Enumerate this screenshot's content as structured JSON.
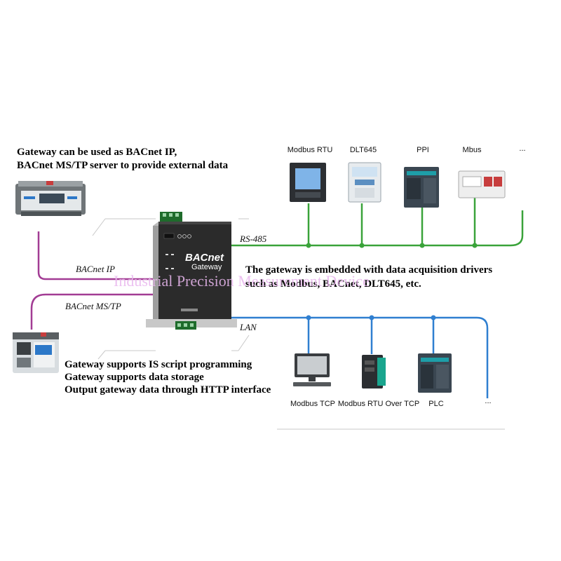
{
  "texts": {
    "bacnet_server_line1": "Gateway can be used as BACnet IP,",
    "bacnet_server_line2": "BACnet MS/TP server to provide external data",
    "embedded_line1": "The gateway is embedded with data acquisition drivers",
    "embedded_line2": "such as Modbus, BACnet, DLT645, etc.",
    "feature_1": "Gateway supports IS script programming",
    "feature_2": "Gateway supports data storage",
    "feature_3": "Output gateway data through HTTP interface",
    "watermark": "Industrial Precision Measurement Device"
  },
  "buses": {
    "rs485": "RS-485",
    "lan": "LAN",
    "bacnet_ip": "BACnet IP",
    "bacnet_mstp": "BACnet MS/TP"
  },
  "gateway": {
    "brand": "BACnet",
    "subtitle": "Gateway"
  },
  "rs485_devices": [
    "Modbus RTU",
    "DLT645",
    "PPI",
    "Mbus",
    "..."
  ],
  "lan_devices": [
    "Modbus TCP",
    "Modbus RTU Over TCP",
    "PLC",
    "..."
  ],
  "colors": {
    "rs485_line": "#3aa33a",
    "lan_line": "#2f7fd0",
    "bacnet_line": "#a23c94",
    "gateway_body": "#2b2b2b"
  }
}
